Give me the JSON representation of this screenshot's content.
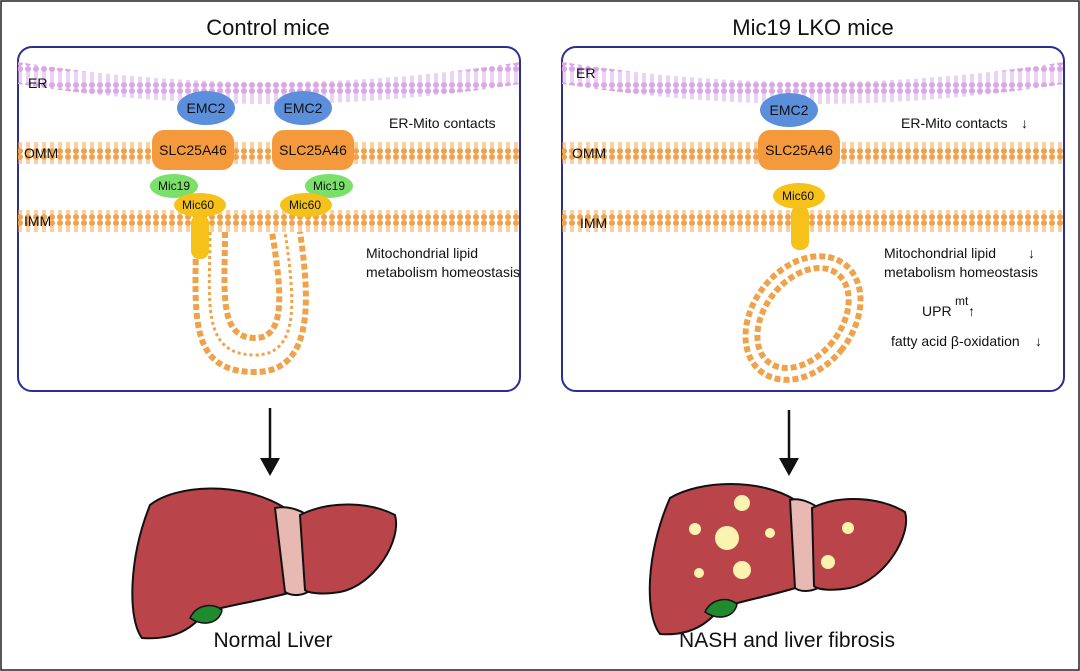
{
  "panels": {
    "control": {
      "title": "Control mice",
      "caption": "Normal Liver",
      "membranes": {
        "er": "ER",
        "omm": "OMM",
        "imm": "IMM"
      },
      "proteins": {
        "emc2": "EMC2",
        "slc": "SLC25A46",
        "mic19": "Mic19",
        "mic60": "Mic60"
      },
      "notes": {
        "contacts": "ER-Mito contacts",
        "lipid_line1": "Mitochondrial lipid",
        "lipid_line2": "metabolism homeostasis"
      }
    },
    "lko": {
      "title": "Mic19 LKO mice",
      "caption": "NASH and liver fibrosis",
      "membranes": {
        "er": "ER",
        "omm": "OMM",
        "imm": "IMM"
      },
      "proteins": {
        "emc2": "EMC2",
        "slc": "SLC25A46",
        "mic60": "Mic60"
      },
      "notes": {
        "contacts": "ER-Mito contacts",
        "lipid_line1": "Mitochondrial lipid",
        "lipid_line2": "metabolism homeostasis",
        "upr": "UPR",
        "upr_sup": "mt",
        "fao": "fatty acid β-oxidation"
      },
      "arrows": {
        "contacts": "↓",
        "lipid": "↓",
        "upr": "↑",
        "fao": "↓"
      }
    }
  },
  "colors": {
    "frame": "#2b2f8f",
    "er": "#d9a6e6",
    "membrane": "#f0a24a",
    "emc2": "#5b8fdb",
    "slc": "#f59a3c",
    "mic19": "#7be06a",
    "mic60": "#f6c21a",
    "liver": "#b9454a",
    "liver_light": "#e8b9b3",
    "gallbladder": "#1f8a2e",
    "lipid_droplet": "#fbf3b0"
  }
}
